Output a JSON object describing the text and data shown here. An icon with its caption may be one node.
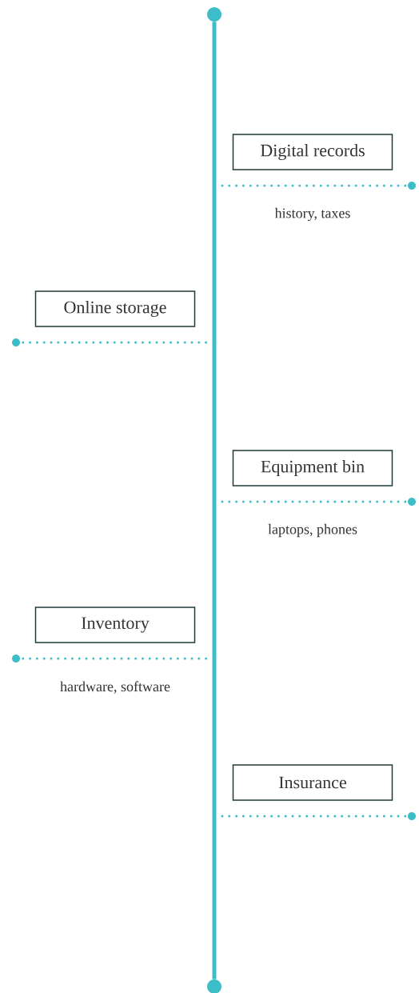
{
  "diagram": {
    "nodes": [
      {
        "text": [],
        "shape": "circle"
      },
      {
        "text": [
          "Digital records"
        ],
        "beside": [
          "history, taxes"
        ]
      },
      {
        "text": [
          "Online storage"
        ]
      },
      {
        "text": [
          "Equipment bin"
        ],
        "beside": [
          "laptops, phones"
        ]
      },
      {
        "text": [
          "Inventory"
        ],
        "beside": [
          "hardware, software"
        ]
      },
      {
        "text": [
          "Insurance"
        ]
      },
      {
        "text": [],
        "shape": "circle"
      }
    ],
    "edges": [
      {
        "from": 0,
        "to": 6,
        "arrow": "none"
      }
    ]
  }
}
